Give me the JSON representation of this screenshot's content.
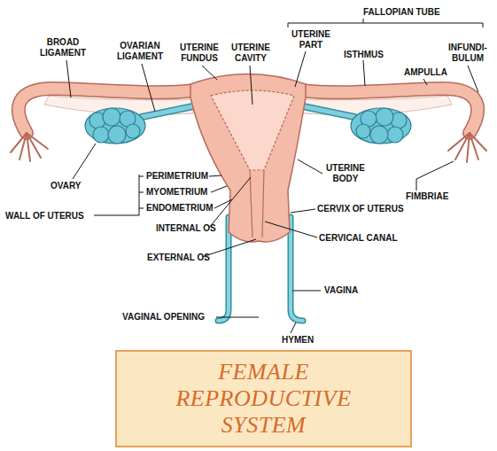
{
  "diagram": {
    "nodes": [
      {
        "text": [
          "FEMALE REPRODUCTIVE SYSTEM"
        ]
      }
    ],
    "labels": [
      "FALLOPIAN TUBE",
      "BROAD LIGAMENT",
      "OVARIAN LIGAMENT",
      "UTERINE FUNDUS",
      "UTERINE CAVITY",
      "UTERINE PART",
      "ISTHMUS",
      "AMPULLA",
      "INFUNDI- BULUM",
      "OVARY",
      "PERIMETRIUM",
      "MYOMETRIUM",
      "ENDOMETRIUM",
      "WALL OF UTERUS",
      "UTERINE BODY",
      "FIMBRIAE",
      "CERVIX OF UTERUS",
      "INTERNAL OS",
      "CERVICAL CANAL",
      "EXTERNAL OS",
      "VAGINA",
      "VAGINAL OPENING",
      "HYMEN"
    ]
  }
}
